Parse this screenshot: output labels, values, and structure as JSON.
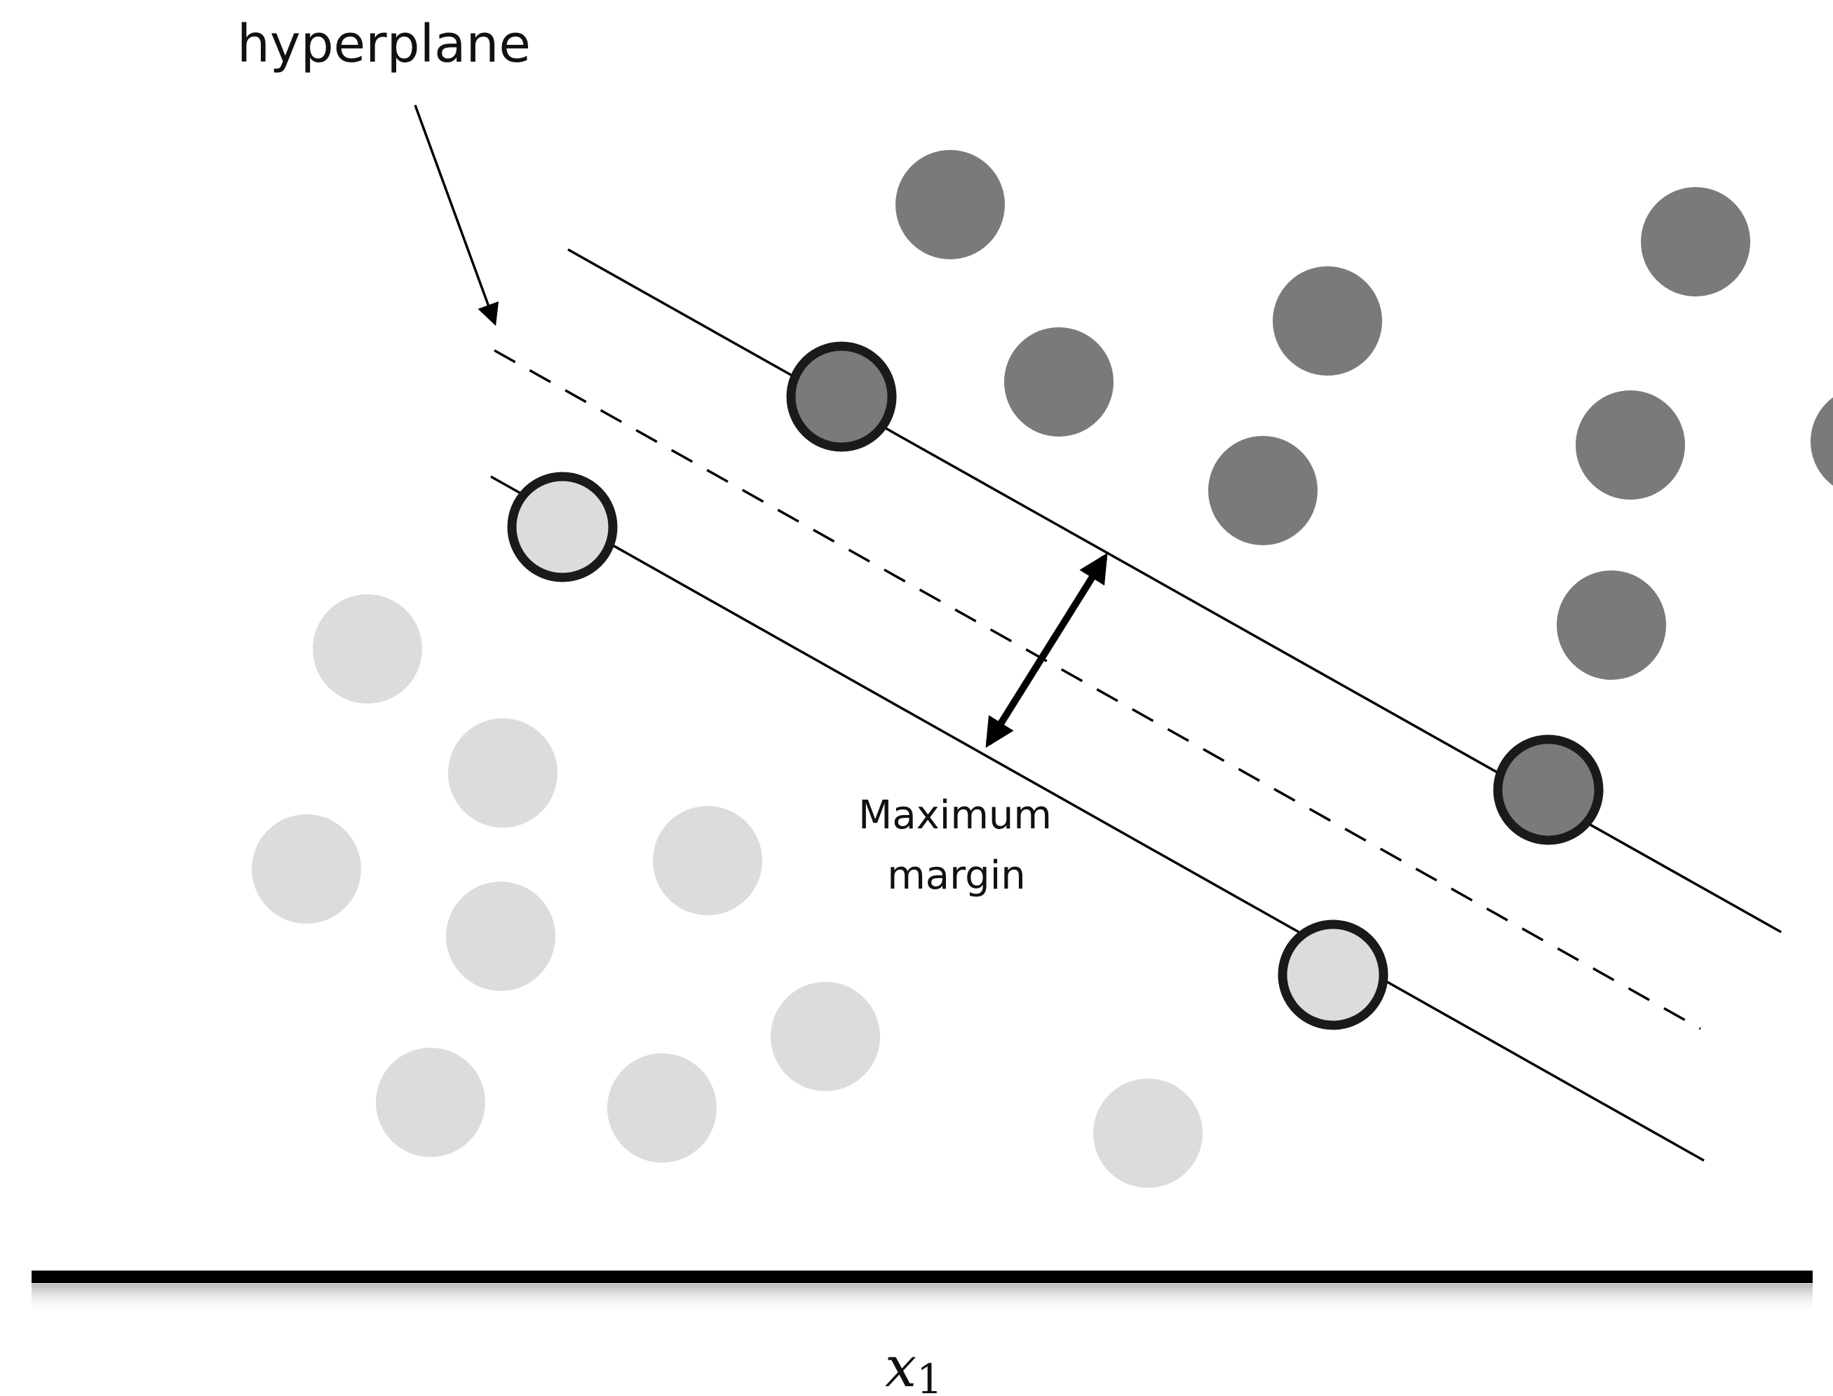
{
  "labels": {
    "hyperplane": "hyperplane",
    "margin_line1": "Maximum",
    "margin_line2": "margin",
    "axis_x": "x",
    "axis_x_sub": "1"
  },
  "colors": {
    "class_dark": "#7a7a7a",
    "class_light": "#dcdcdc",
    "outline": "#1a1a1a",
    "line": "#000000"
  }
}
